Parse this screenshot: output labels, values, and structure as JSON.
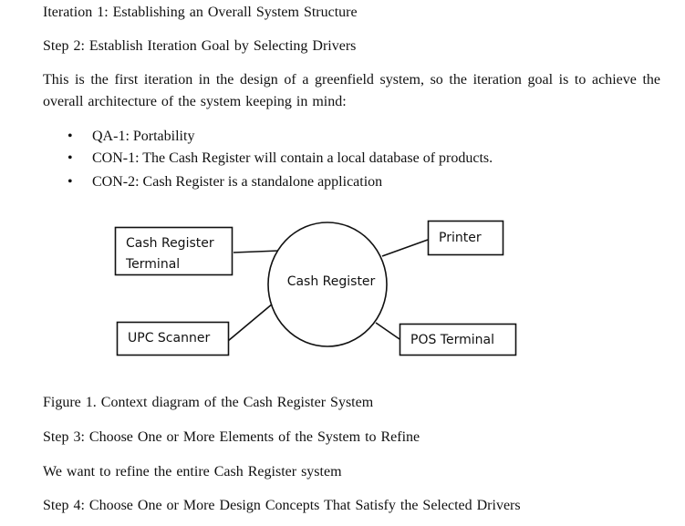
{
  "heading_iteration": "Iteration 1: Establishing an Overall System Structure",
  "step2": "Step 2: Establish Iteration Goal by Selecting Drivers",
  "intro_paragraph": "This is the first iteration in the design of a greenfield system, so the iteration goal is to achieve the overall architecture of the system keeping in mind:",
  "drivers": [
    {
      "bullet": "•",
      "text": "QA-1: Portability"
    },
    {
      "bullet": "•",
      "text": "CON-1: The Cash Register will contain a local database of products."
    },
    {
      "bullet": "•",
      "text": "CON-2: Cash Register is a standalone application"
    }
  ],
  "diagram": {
    "center": "Cash Register",
    "terminal_line1": "Cash Register",
    "terminal_line2": "Terminal",
    "printer": "Printer",
    "upc_scanner": "UPC Scanner",
    "pos_terminal": "POS Terminal"
  },
  "figure_caption": "Figure 1. Context diagram of the Cash Register System",
  "step3": "Step 3: Choose One or More Elements of the System to Refine",
  "refine_text": "We want to refine the entire Cash Register system",
  "step4": "Step 4: Choose One or More Design Concepts That Satisfy the Selected Drivers"
}
